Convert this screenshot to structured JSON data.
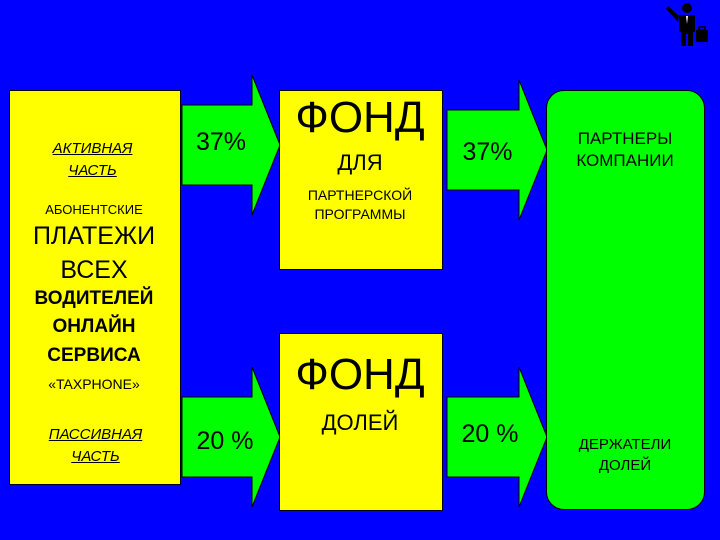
{
  "colors": {
    "background": "#0000ff",
    "yellow": "#ffff00",
    "green": "#00ff00"
  },
  "left_box": {
    "active_part": "АКТИВНАЯ ЧАСТЬ",
    "subscriber": "АБОНЕНТСКИЕ",
    "payments": "ПЛАТЕЖИ",
    "all": "ВСЕХ",
    "drivers": "ВОДИТЕЛЕЙ",
    "online": "ОНЛАЙН",
    "service": "СЕРВИСА",
    "brand": "«TAXPHONE»",
    "passive_part": "ПАССИВНАЯ ЧАСТЬ"
  },
  "arrows": {
    "left_top": "37%",
    "left_bottom": "20 %",
    "right_top": "37%",
    "right_bottom": "20 %"
  },
  "fund_partner": {
    "title": "ФОНД",
    "for": "ДЛЯ",
    "subtitle": "ПАРТНЕРСКОЙ ПРОГРАММЫ"
  },
  "fund_shares": {
    "title": "ФОНД",
    "subtitle": "ДОЛЕЙ"
  },
  "green_box": {
    "partners": "ПАРТНЕРЫ КОМПАНИИ",
    "holders": "ДЕРЖАТЕЛИ ДОЛЕЙ"
  },
  "corner_icon": "businessman-with-briefcase-icon"
}
